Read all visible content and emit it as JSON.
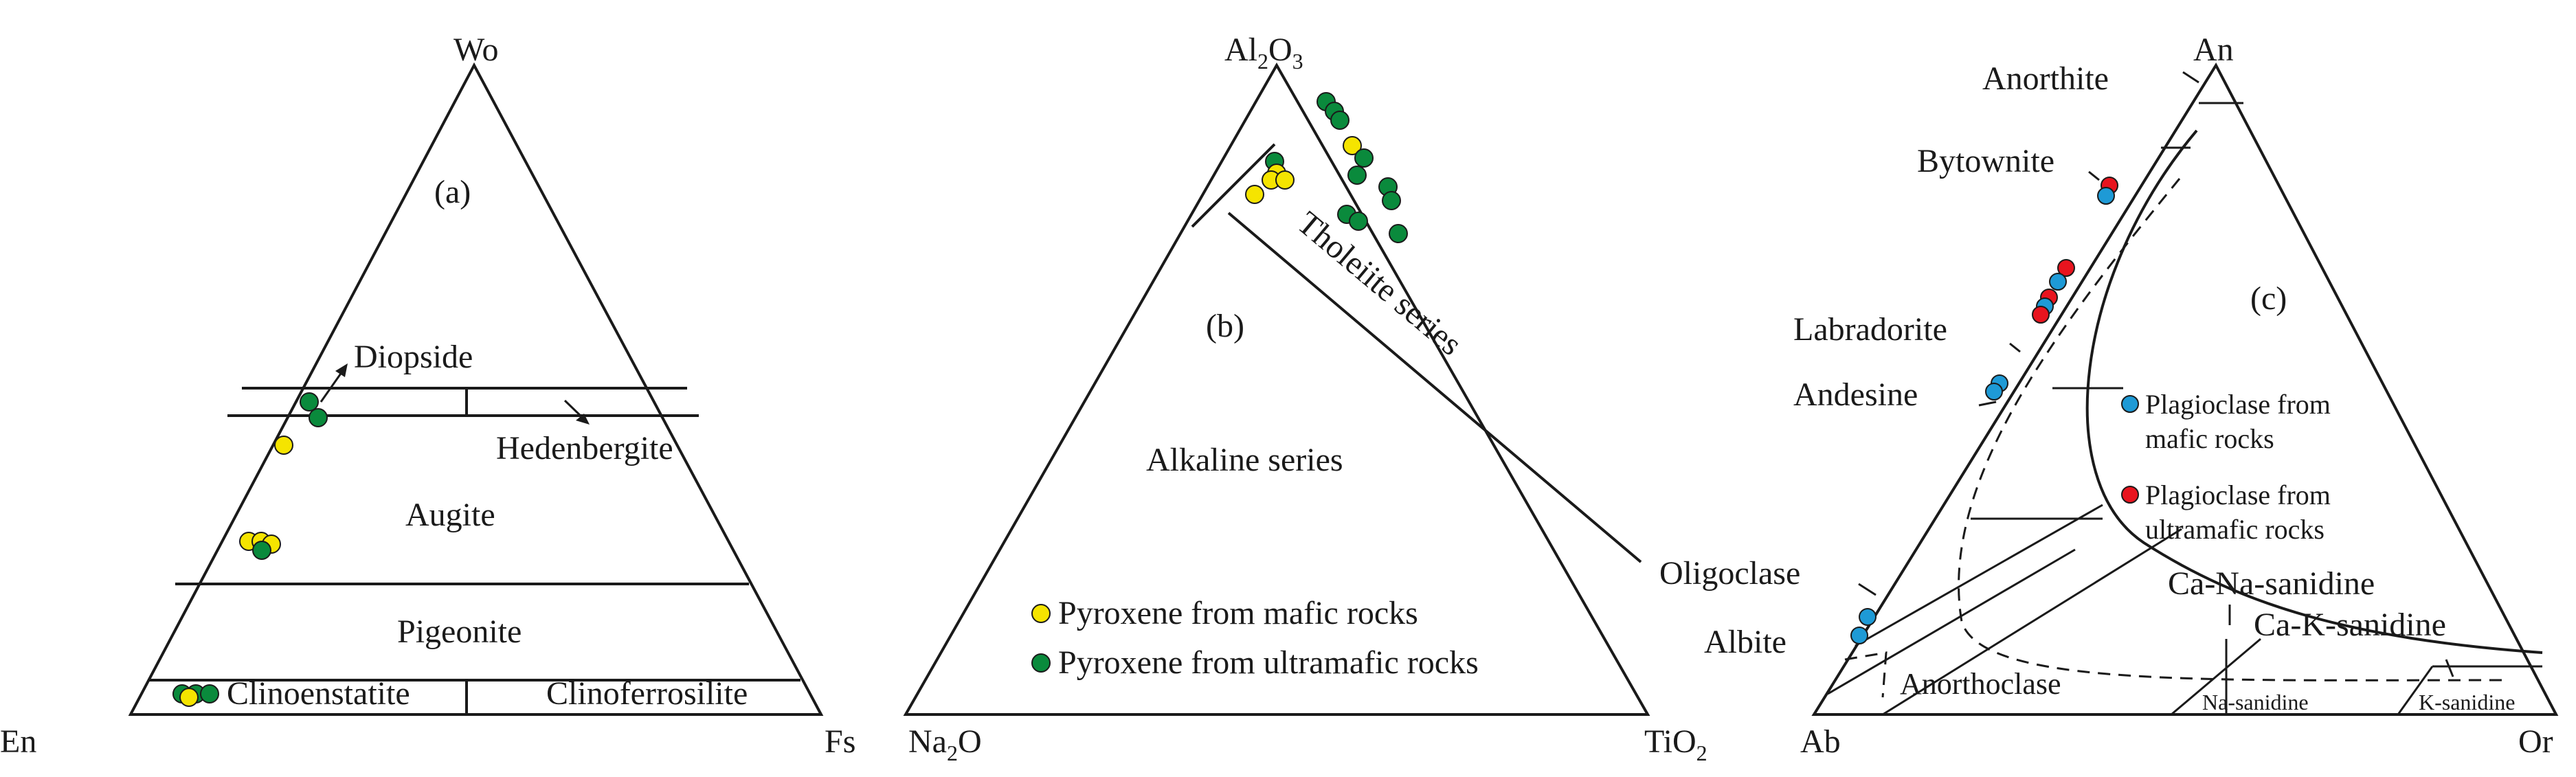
{
  "colors": {
    "mafic_pyroxene": "#f5e400",
    "ultramafic_pyroxene": "#0a8a3c",
    "mafic_plagioclase": "#1e9ad6",
    "ultramafic_plagioclase": "#e8141e"
  },
  "panel_a": {
    "label": "(a)",
    "vertices": {
      "top": "Wo",
      "left": "En",
      "right": "Fs"
    },
    "fields": {
      "diopside": "Diopside",
      "hedenbergite": "Hedenbergite",
      "augite": "Augite",
      "pigeonite": "Pigeonite",
      "clinoenstatite": "Clinoenstatite",
      "clinoferrosilite": "Clinoferrosilite"
    }
  },
  "panel_b": {
    "label": "(b)",
    "vertices": {
      "top_main": "Al",
      "top_sub1": "2",
      "top_o": "O",
      "top_sub2": "3",
      "left_main": "Na",
      "left_sub": "2",
      "left_o": "O",
      "right_main": "TiO",
      "right_sub": "2"
    },
    "fields": {
      "tholeiite": "Tholeiite series",
      "alkaline": "Alkaline series"
    },
    "legend": [
      {
        "label": "Pyroxene from mafic  rocks",
        "color": "#f5e400"
      },
      {
        "label": "Pyroxene from ultramafic rocks",
        "color": "#0a8a3c"
      }
    ]
  },
  "panel_c": {
    "label": "(c)",
    "vertices": {
      "top": "An",
      "left": "Ab",
      "right": "Or"
    },
    "fields": {
      "anorthite": "Anorthite",
      "bytownite": "Bytownite",
      "labradorite": "Labradorite",
      "andesine": "Andesine",
      "oligoclase": "Oligoclase",
      "albite": "Albite",
      "anorthoclase": "Anorthoclase",
      "ca_na_sanidine": "Ca-Na-sanidine",
      "ca_k_sanidine": "Ca-K-sanidine",
      "na_sanidine": "Na-sanidine",
      "k_sanidine": "K-sanidine"
    },
    "legend": [
      {
        "line1": "Plagioclase from",
        "line2": "mafic rocks",
        "color": "#1e9ad6"
      },
      {
        "line1": "Plagioclase from",
        "line2": "ultramafic rocks",
        "color": "#e8141e"
      }
    ]
  }
}
